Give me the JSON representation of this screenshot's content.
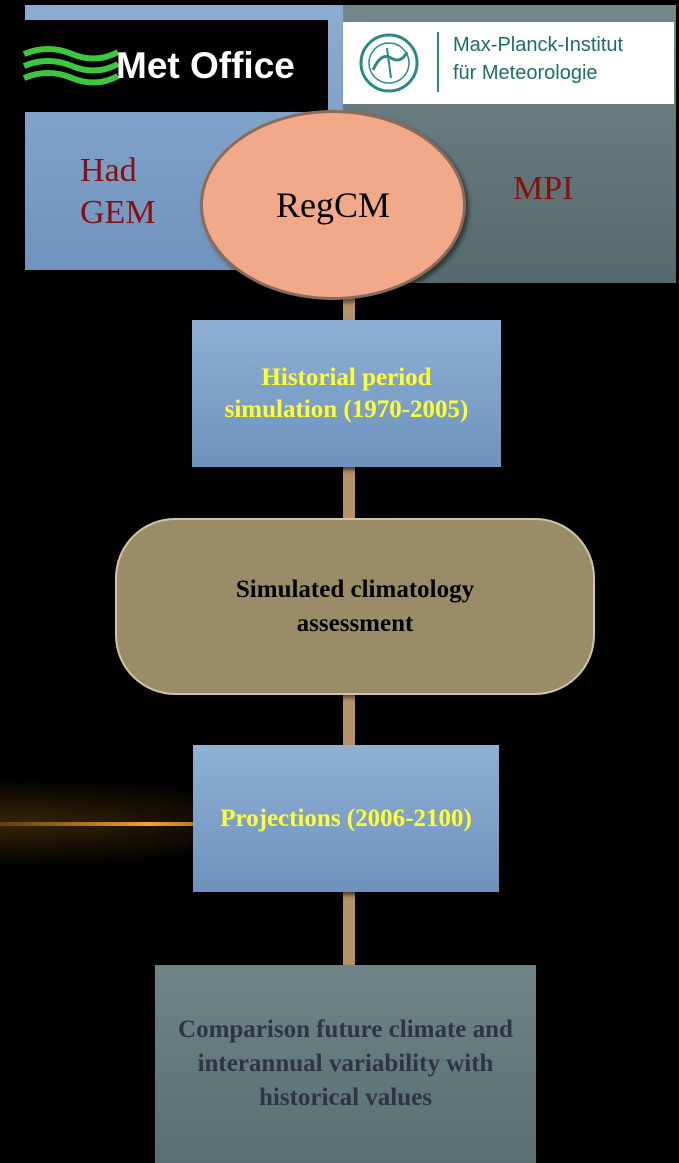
{
  "logos": {
    "metoffice": {
      "text": "Met Office"
    },
    "mpi": {
      "line1": "Max-Planck-Institut",
      "line2": "für Meteorologie"
    }
  },
  "models": {
    "hadgem_line1": "Had",
    "hadgem_line2": "GEM",
    "mpi": "MPI",
    "regcm": "RegCM"
  },
  "steps": {
    "historical": "Historial period simulation (1970-2005)",
    "assessment": "Simulated climatology assessment",
    "projections": "Projections (2006-2100)",
    "comparison": "Comparison future climate and interannual variability with historical values"
  },
  "colors": {
    "background": "#000000",
    "box_blue": "#7fa1c9",
    "box_gray": "#5f7578",
    "connector": "#b8916a",
    "assessment_fill": "#9a8c66",
    "regcm_fill": "#f2a98a",
    "yellow_text": "#ffff33",
    "maroon_text": "#8a0d0d"
  }
}
